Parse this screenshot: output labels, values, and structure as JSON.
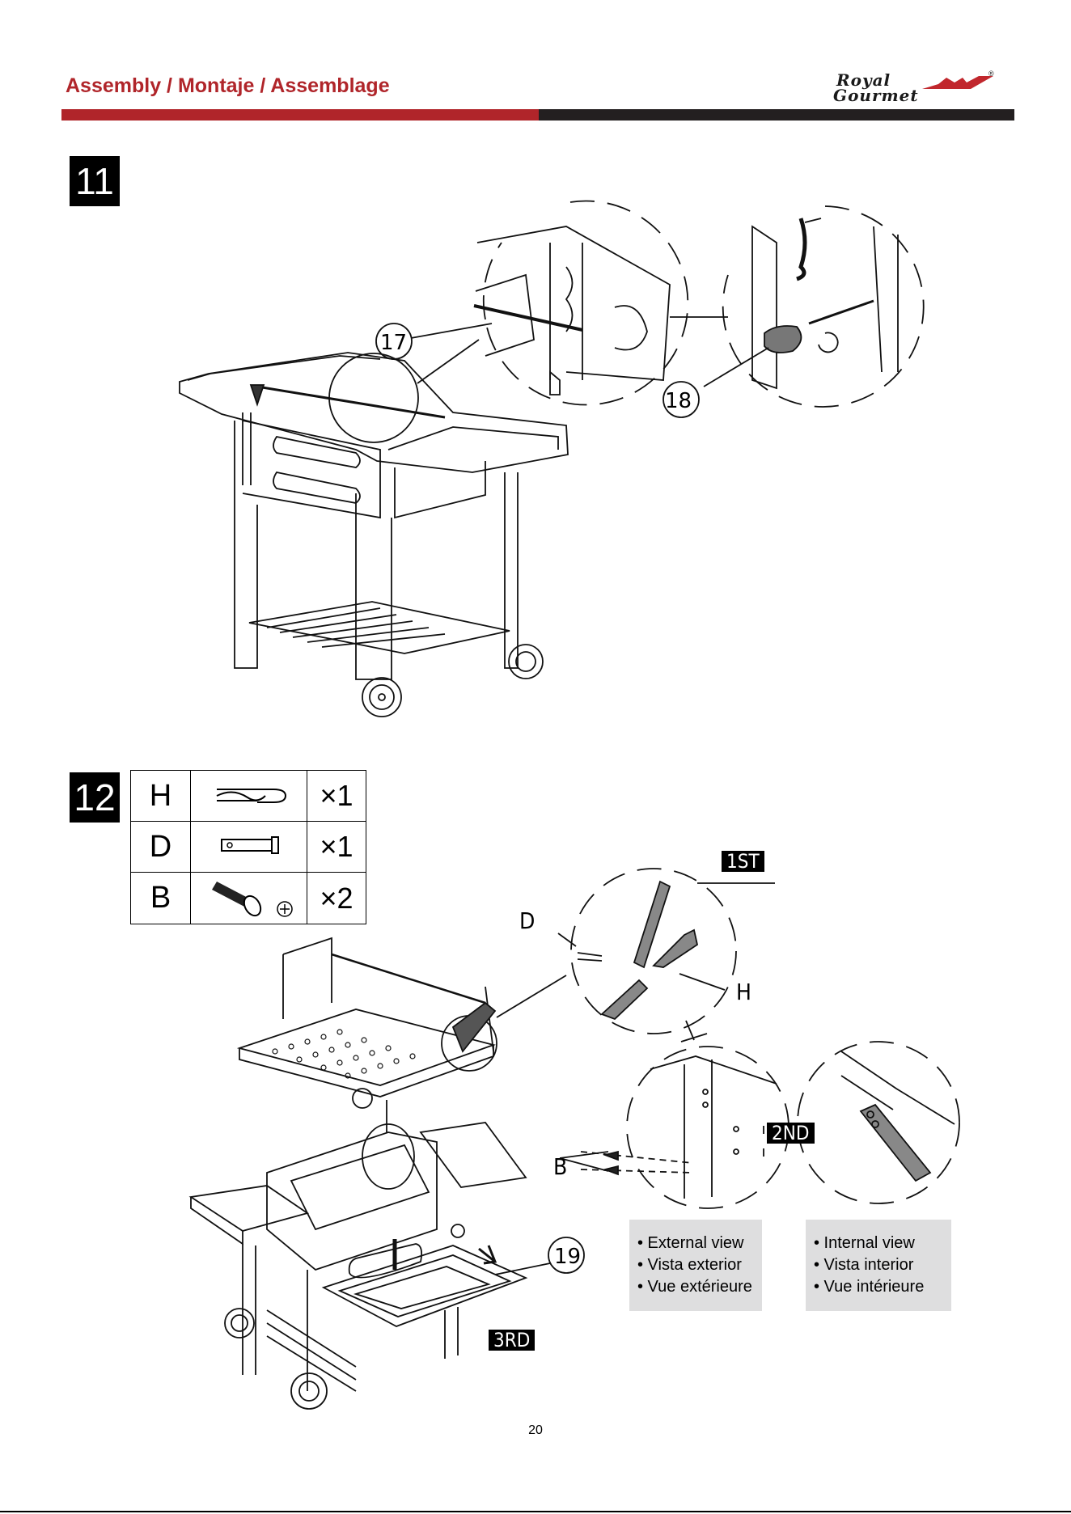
{
  "header": {
    "title": "Assembly / Montaje / Assemblage",
    "logo_line1": "Royal",
    "logo_line2": "Gourmet",
    "logo_reg": "®"
  },
  "steps": [
    {
      "number": "11",
      "callouts": [
        "17",
        "18"
      ]
    },
    {
      "number": "12",
      "callouts": [
        "19"
      ],
      "parts": [
        {
          "letter": "H",
          "qty": "×1",
          "icon": "hitch-pin-icon"
        },
        {
          "letter": "D",
          "qty": "×1",
          "icon": "clevis-pin-icon"
        },
        {
          "letter": "B",
          "qty": "×2",
          "icon": "bolt-icon"
        }
      ],
      "order_tags": {
        "first": "1ST",
        "second": "2ND",
        "third": "3RD"
      },
      "labels": {
        "d": "D",
        "h": "H",
        "b": "B"
      },
      "external_view": [
        "• External view",
        "• Vista exterior",
        "• Vue extérieure"
      ],
      "internal_view": [
        "• Internal view",
        "• Vista interior",
        "• Vue intérieure"
      ]
    }
  ],
  "page_number": "20"
}
